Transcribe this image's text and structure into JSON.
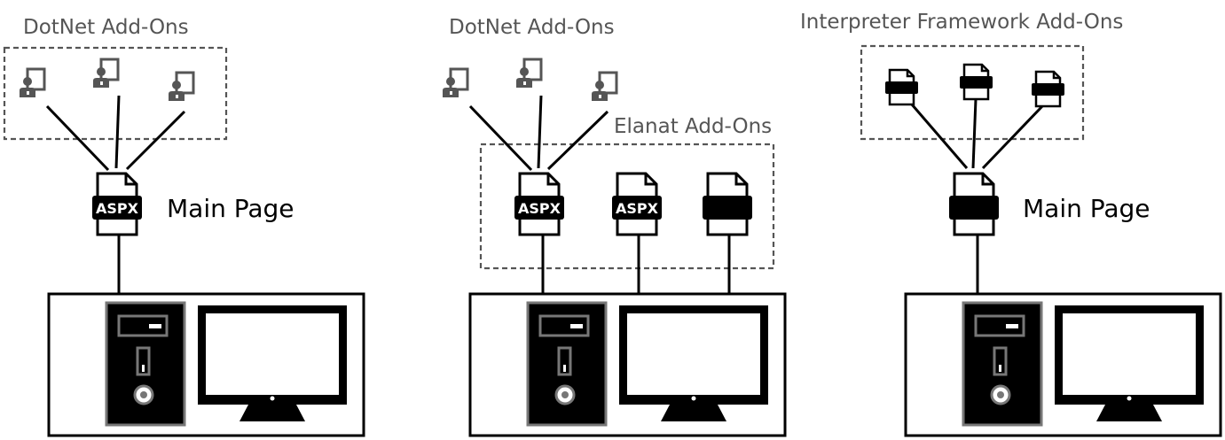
{
  "panels": [
    {
      "id": "left",
      "dotnet_label": "DotNet Add-Ons",
      "main_label": "Main Page",
      "page_badge": "ASPX"
    },
    {
      "id": "middle",
      "dotnet_label": "DotNet Add-Ons",
      "elanat_label": "Elanat Add-Ons",
      "page_badges": [
        "ASPX",
        "ASPX",
        ""
      ]
    },
    {
      "id": "right",
      "interpreter_label": "Interpreter Framework Add-Ons",
      "main_label": "Main Page",
      "page_badge": ""
    }
  ],
  "icons": {
    "addon": "user-document-icon",
    "page": "file-icon",
    "server": "desktop-tower-icon",
    "monitor": "monitor-icon"
  }
}
